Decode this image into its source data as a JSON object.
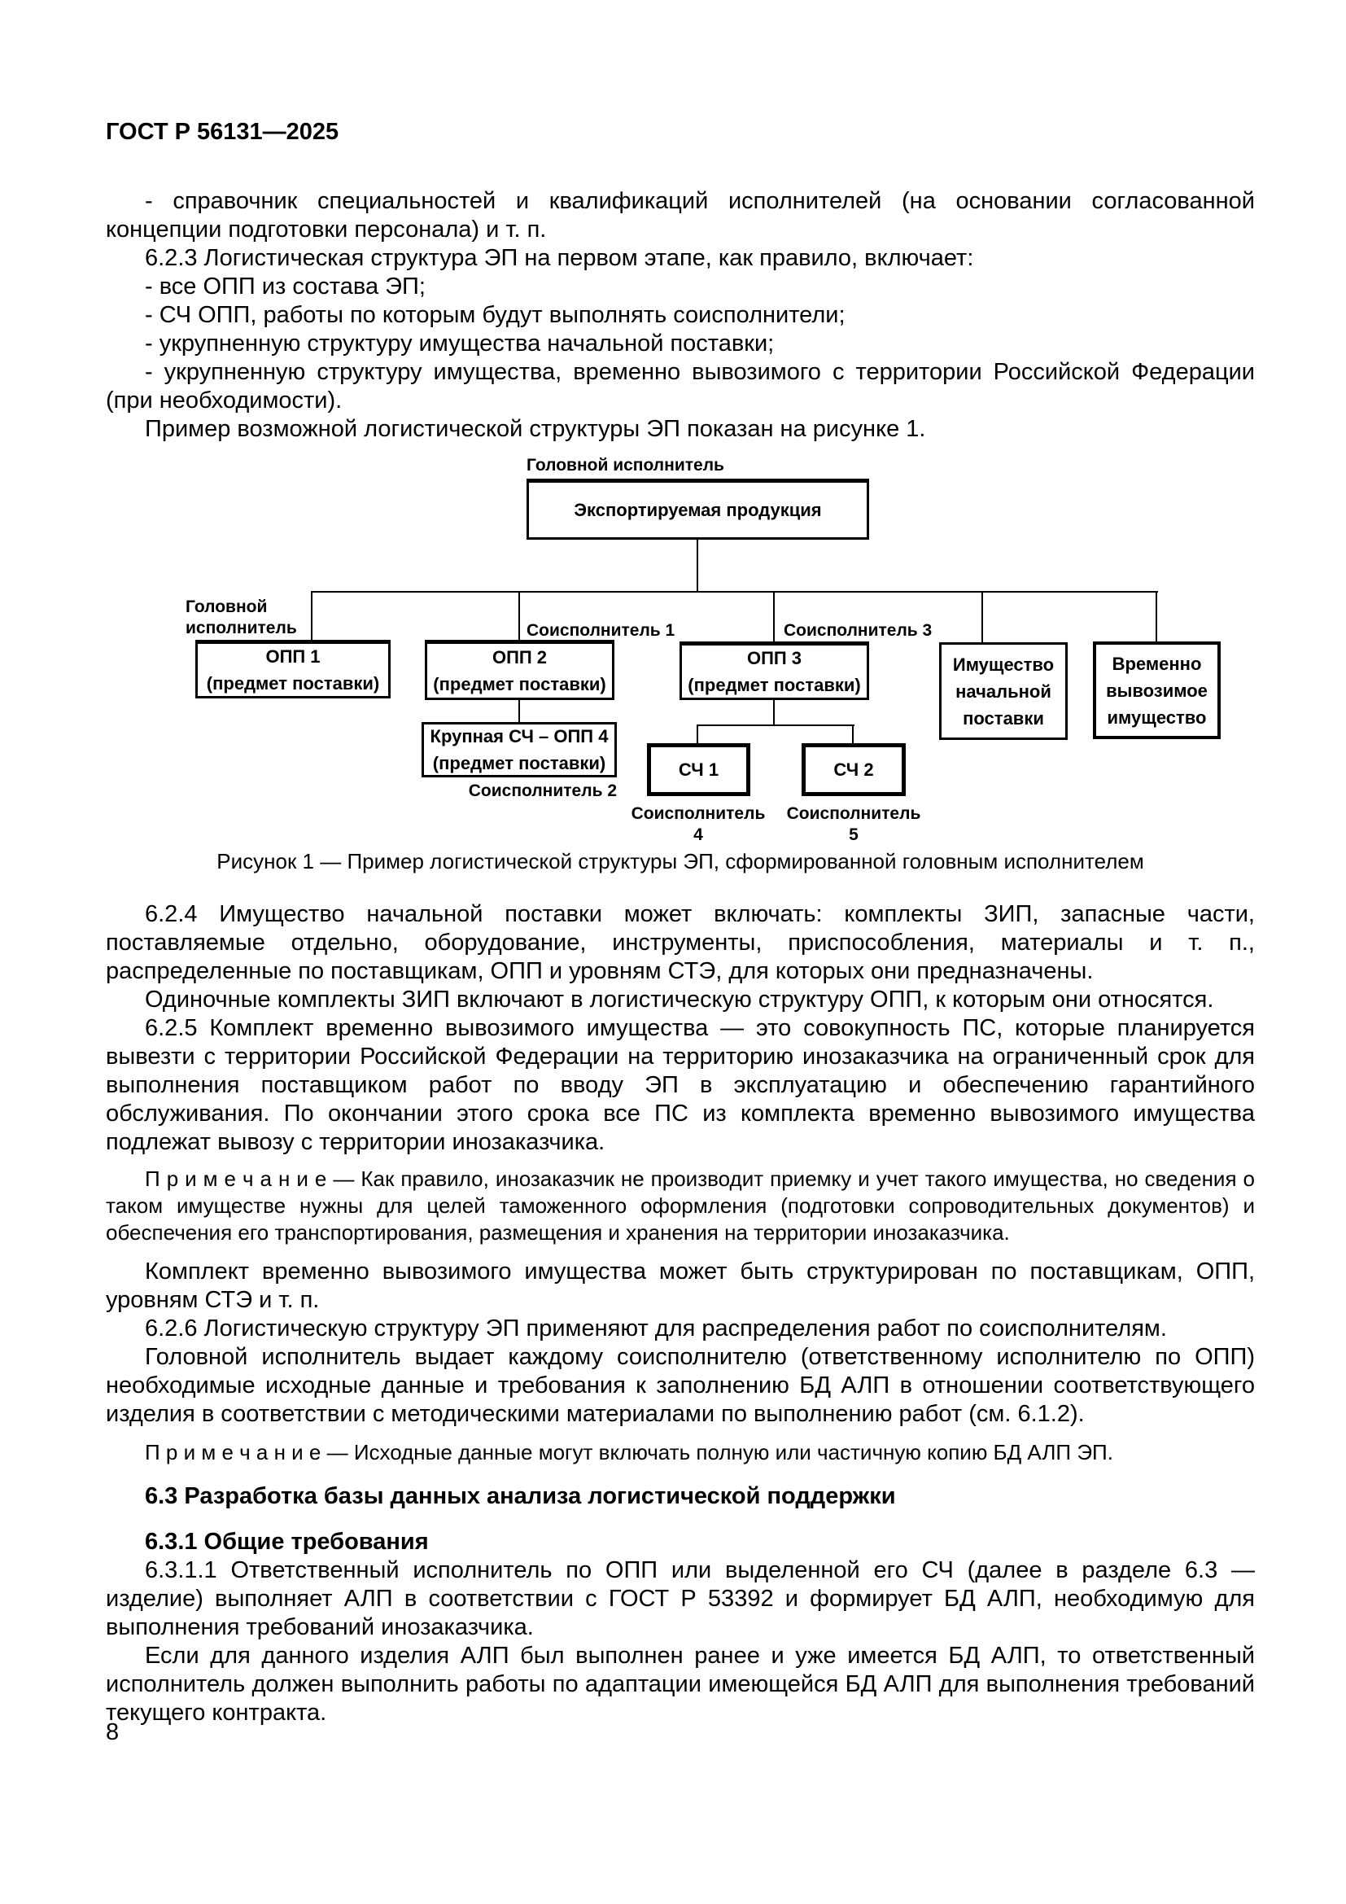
{
  "header": {
    "title": "ГОСТ Р 56131—2025"
  },
  "section_62": {
    "p_handbook": "- справочник специальностей и квалификаций исполнителей (на основании согласованной концепции подготовки персонала) и т. п.",
    "p_623": "6.2.3 Логистическая структура ЭП на первом этапе, как правило, включает:",
    "b_all_opp": "- все ОПП из состава ЭП;",
    "b_sch_opp": "- СЧ ОПП, работы по которым будут выполнять соисполнители;",
    "b_struct_initial": "- укрупненную структуру имущества начальной поставки;",
    "b_struct_temp": "- укрупненную структуру имущества, временно вывозимого с территории Российской Федерации (при необходимости).",
    "p_example": "Пример возможной логистической структуры ЭП показан на рисунке 1.",
    "p_624": "6.2.4 Имущество начальной поставки может включать: комплекты ЗИП, запасные части, поставляемые отдельно, оборудование, инструменты, приспособления, материалы и т. п., распределенные по поставщикам, ОПП и уровням СТЭ, для которых они предназначены.",
    "p_zip": "Одиночные комплекты ЗИП включают в логистическую структуру ОПП, к которым они относятся.",
    "p_625": "6.2.5 Комплект временно вывозимого имущества — это совокупность ПС, которые планируется вывезти с территории Российской Федерации на территорию инозаказчика на ограниченный срок для выполнения поставщиком работ по вводу ЭП в эксплуатацию и обеспечению гарантийного обслуживания. По окончании этого срока все ПС из комплекта временно вывозимого имущества подлежат вывозу с территории инозаказчика.",
    "note_1": "П р и м е ч а н и е — Как правило, инозаказчик не производит приемку и учет такого имущества, но сведения о таком имуществе нужны для целей таможенного оформления (подготовки сопроводительных документов) и обеспечения его транспортирования, размещения и хранения на территории инозаказчика.",
    "p_komplekt": "Комплект временно вывозимого имущества может быть структурирован по поставщикам, ОПП, уровням СТЭ и т. п.",
    "p_626": "6.2.6 Логистическую структуру ЭП применяют для распределения работ по соисполнителям.",
    "p_golovnoy": "Головной исполнитель выдает каждому соисполнителю (ответственному исполнителю по ОПП) необходимые исходные данные и требования к заполнению БД АЛП в отношении соответствующего изделия в соответствии с методическими материалами по выполнению работ (см. 6.1.2).",
    "note_2": "П р и м е ч а н и е — Исходные данные могут включать полную или частичную копию БД АЛП ЭП."
  },
  "section_63": {
    "h_63": "6.3 Разработка базы данных анализа логистической поддержки",
    "h_631": "6.3.1 Общие требования",
    "p_6311": "6.3.1.1 Ответственный исполнитель по ОПП или выделенной его СЧ (далее в разделе 6.3 — изделие) выполняет АЛП в соответствии с ГОСТ Р 53392 и формирует БД АЛП, необходимую для выполнения требований инозаказчика.",
    "p_adapt": "Если для данного изделия АЛП был выполнен ранее и уже имеется БД АЛП, то ответственный исполнитель должен выполнить работы по адаптации имеющейся БД АЛП для выполнения требований текущего контракта."
  },
  "figure": {
    "caption": "Рисунок 1 — Пример логистической структуры ЭП, сформированной головным исполнителем",
    "label_head_top": "Головной исполнитель",
    "label_head_left": "Головной исполнитель",
    "label_co1": "Соисполнитель 1",
    "label_co2": "Соисполнитель 2",
    "label_co3": "Соисполнитель 3",
    "label_co4": "Соисполнитель 4",
    "label_co5": "Соисполнитель 5",
    "box_product": "Экспортируемая продукция",
    "box_opp1_title": "ОПП 1",
    "box_opp1_sub": "(предмет поставки)",
    "box_opp2_title": "ОПП 2",
    "box_opp2_sub": "(предмет поставки)",
    "box_opp3_title": "ОПП 3",
    "box_opp3_sub": "(предмет поставки)",
    "box_opp4_title": "Крупная СЧ – ОПП 4",
    "box_opp4_sub": "(предмет поставки)",
    "box_sch1": "СЧ 1",
    "box_sch2": "СЧ 2",
    "box_property_initial": "Имущество начальной поставки",
    "box_property_temp": "Временно вывозимое имущество"
  },
  "footer": {
    "page_number": "8"
  }
}
